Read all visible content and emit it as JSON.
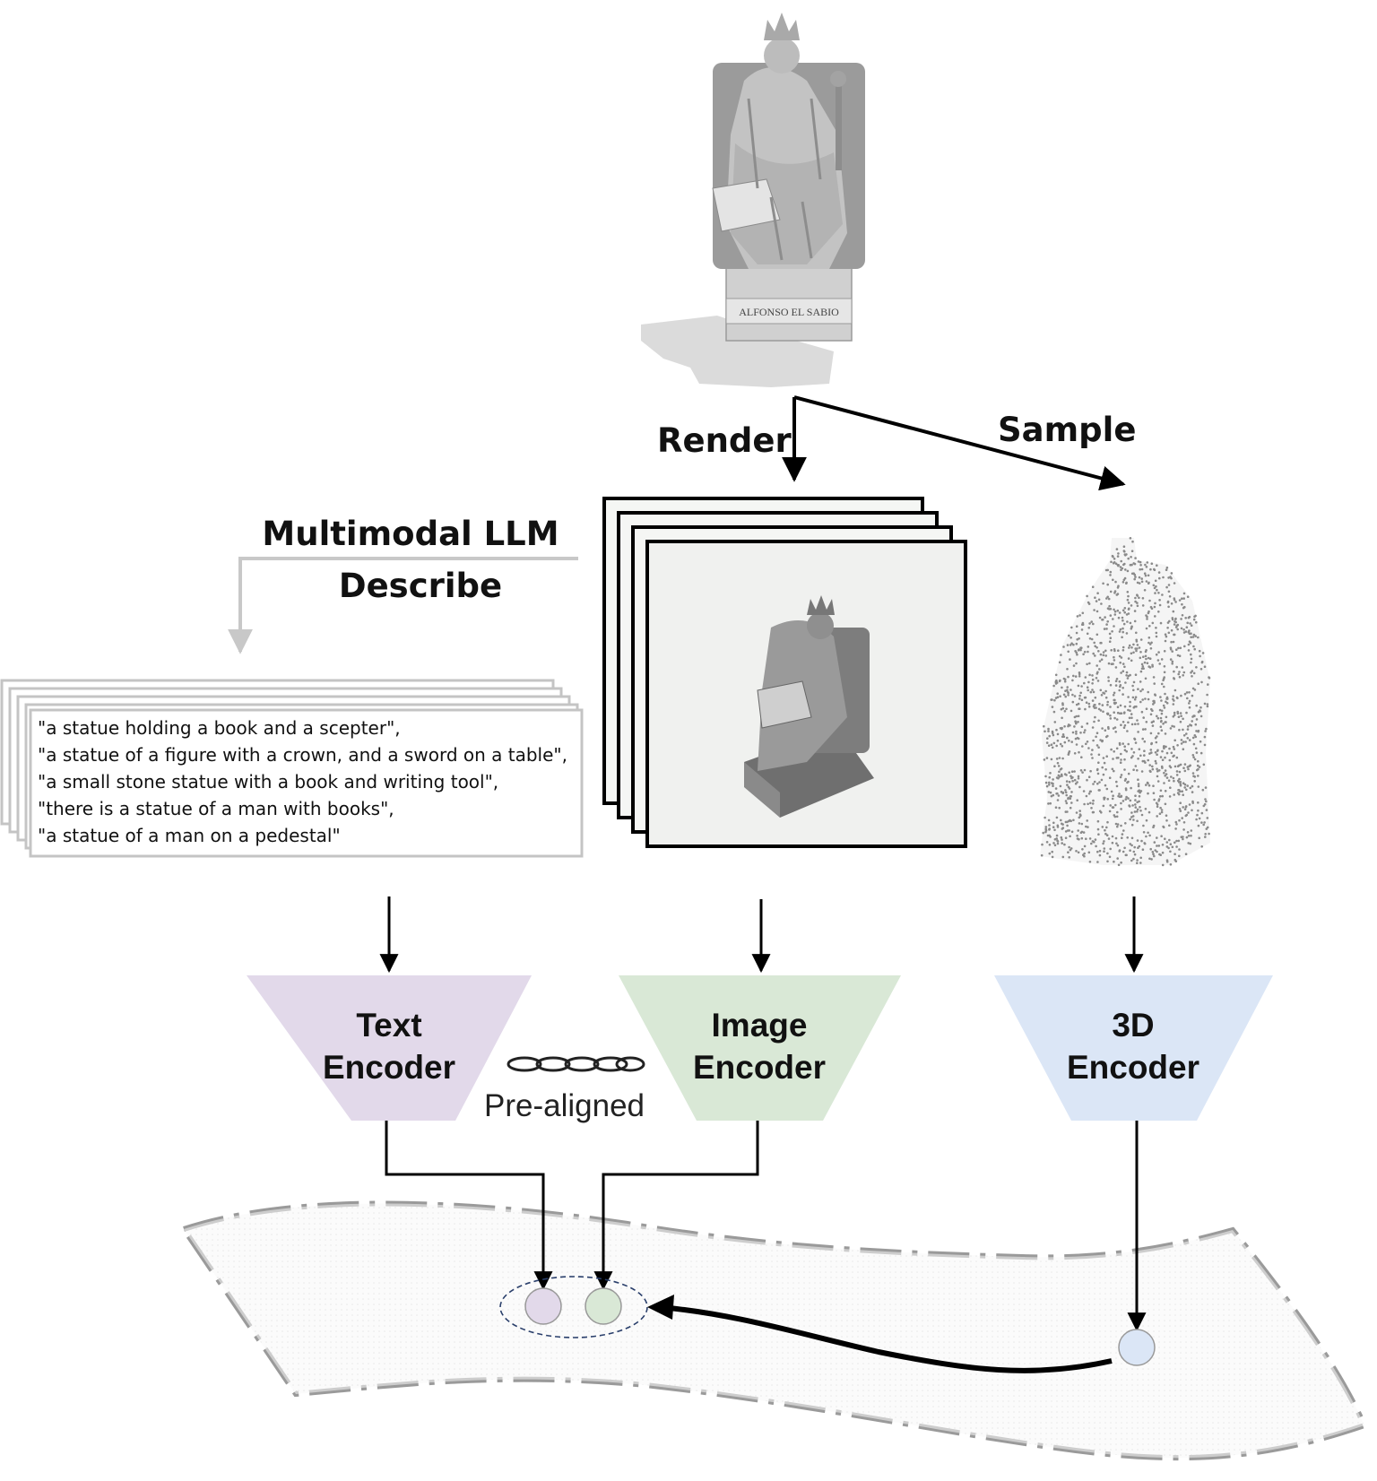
{
  "labels": {
    "render": "Render",
    "sample": "Sample",
    "multimodal_llm": "Multimodal LLM",
    "describe": "Describe",
    "pre_aligned": "Pre-aligned",
    "pedestal_inscription": "ALFONSO EL SABIO"
  },
  "captions": [
    "\"a statue holding a book and a scepter\",",
    "\"a statue of a figure with a crown, and a sword on a table\",",
    "\"a small stone statue with a book and writing tool\",",
    "\"there is a statue of a man with books\",",
    "\"a statue of a man on a pedestal\""
  ],
  "encoders": {
    "text": {
      "line1": "Text",
      "line2": "Encoder",
      "color": "#e2d9ea"
    },
    "image": {
      "line1": "Image",
      "line2": "Encoder",
      "color": "#d9e8d6"
    },
    "three_d": {
      "line1": "3D",
      "line2": "Encoder",
      "color": "#dbe6f6"
    }
  },
  "colors": {
    "text_embedding": "#e2d9ea",
    "image_embedding": "#d9e8d6",
    "point_embedding": "#dbe6f6",
    "statue_stone": "#8f8f8f",
    "describe_arrow": "#c8c8c8",
    "manifold_border": "#9a9a9a"
  }
}
